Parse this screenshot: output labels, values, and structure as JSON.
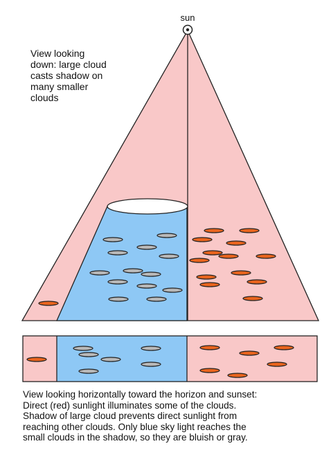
{
  "sun": {
    "label": "sun"
  },
  "top_view": {
    "caption_lines": [
      "View looking",
      "down: large cloud",
      "casts shadow on",
      "many smaller",
      "clouds"
    ]
  },
  "side_view": {
    "caption_lines": [
      "View looking horizontally toward the horizon and sunset:",
      "Direct (red) sunlight illuminates some of the clouds.",
      "Shadow of large cloud prevents direct sunlight from",
      "reaching other clouds. Only blue sky light reaches the",
      "small clouds in the shadow, so they are bluish or gray."
    ]
  },
  "colors": {
    "sunlit_region": "#f9c8c8",
    "shadow_region": "#8ec8f5",
    "sunlit_cloud": "#e8641e",
    "shadow_cloud": "#b8b8b8",
    "large_cloud_top": "#ffffff",
    "outline": "#222222"
  }
}
